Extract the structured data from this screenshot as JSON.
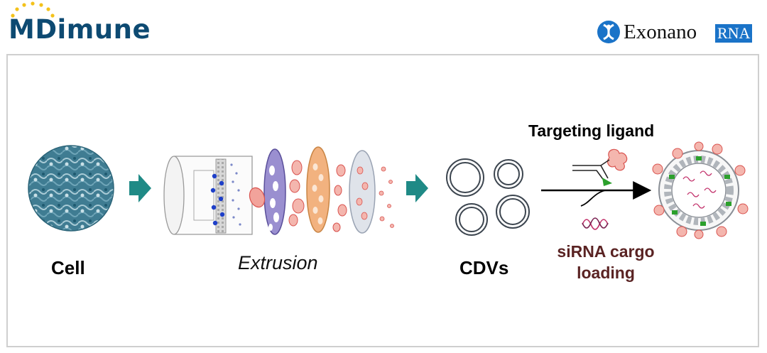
{
  "logos": {
    "left_name": "MDimune",
    "left_icon": "sun-dots-icon",
    "right_name": "Exonano",
    "right_suffix": "RNA",
    "right_icon": "dna-emblem-icon"
  },
  "steps": {
    "cell": "Cell",
    "extrusion": "Extrusion",
    "cdvs": "CDVs",
    "targeting_ligand": "Targeting ligand",
    "sirna_line1": "siRNA cargo",
    "sirna_line2": "loading"
  },
  "colors": {
    "brand_blue": "#0d4a72",
    "arrow_teal": "#1f8a86",
    "vesicle_stroke": "#3d4650",
    "sirna_text": "#5a2323",
    "membrane_purple": "#9a8fd0",
    "membrane_orange": "#f2b27f",
    "membrane_grey": "#c9cfd8"
  }
}
